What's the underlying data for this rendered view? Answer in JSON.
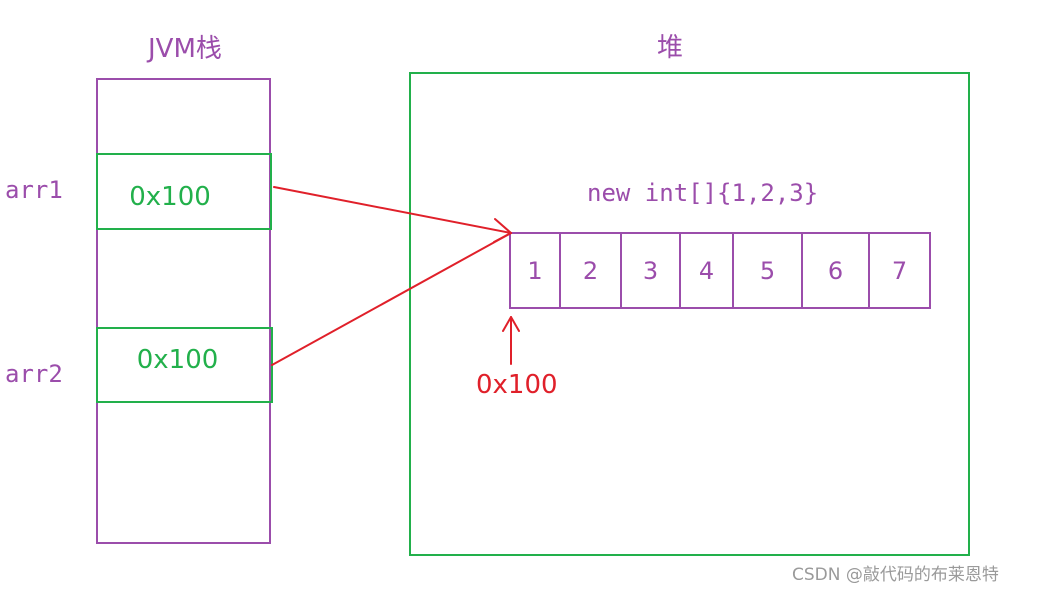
{
  "stack": {
    "title": "JVM栈",
    "vars": [
      {
        "name": "arr1",
        "value": "0x100"
      },
      {
        "name": "arr2",
        "value": "0x100"
      }
    ]
  },
  "heap": {
    "title": "堆",
    "expression": "new int[]{1,2,3}",
    "cells": [
      "1",
      "2",
      "3",
      "4",
      "5",
      "6",
      "7"
    ],
    "address": "0x100"
  },
  "colors": {
    "purple": "#9b4dab",
    "green": "#22b04b",
    "red": "#e0202a"
  },
  "watermark": "CSDN @敲代码的布莱恩特"
}
